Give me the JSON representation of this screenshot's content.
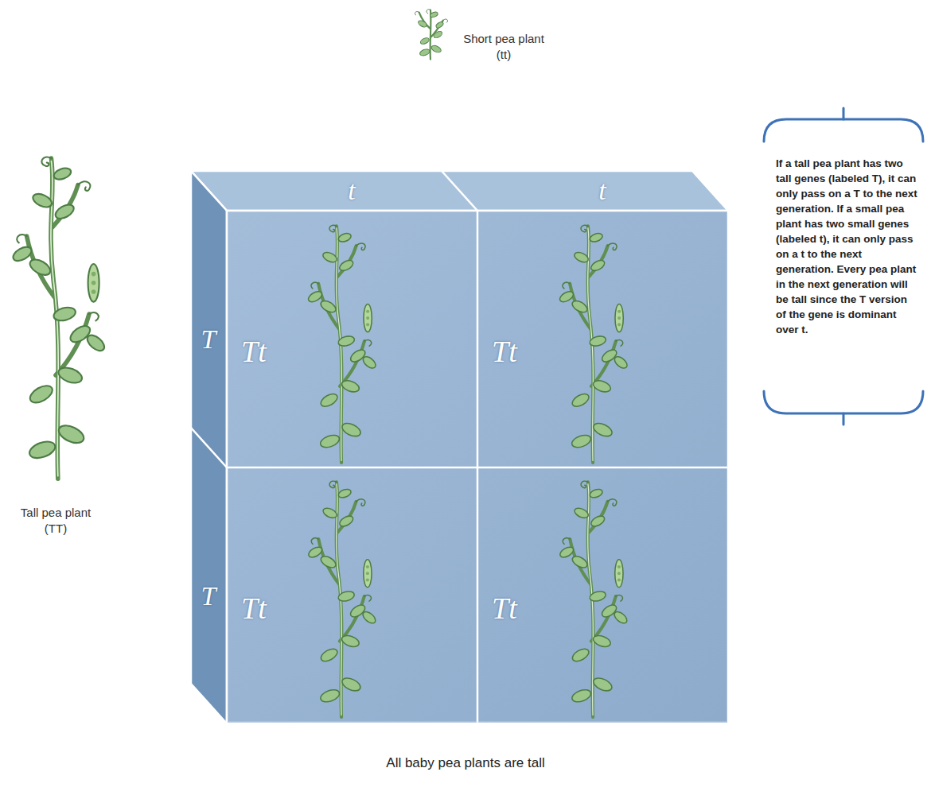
{
  "diagram": {
    "caption": "All baby pea plants are tall",
    "nodes": [
      {
        "text": [
          "Tt"
        ]
      },
      {
        "text": [
          "Tt"
        ]
      },
      {
        "text": [
          "Tt"
        ]
      },
      {
        "text": [
          "Tt"
        ]
      }
    ],
    "labels": [
      "Short pea plant",
      "(tt)",
      "t",
      "t",
      "T",
      "T",
      "Tall pea plant",
      "(TT)",
      "If a tall pea plant has two tall genes (labeled T), it can only pass on a T to the next generation. If a small pea plant has two small genes (labeled t), it can only pass on a t to the next generation. Every pea plant in the next generation will be tall since the T version of the gene is dominant over t."
    ]
  }
}
